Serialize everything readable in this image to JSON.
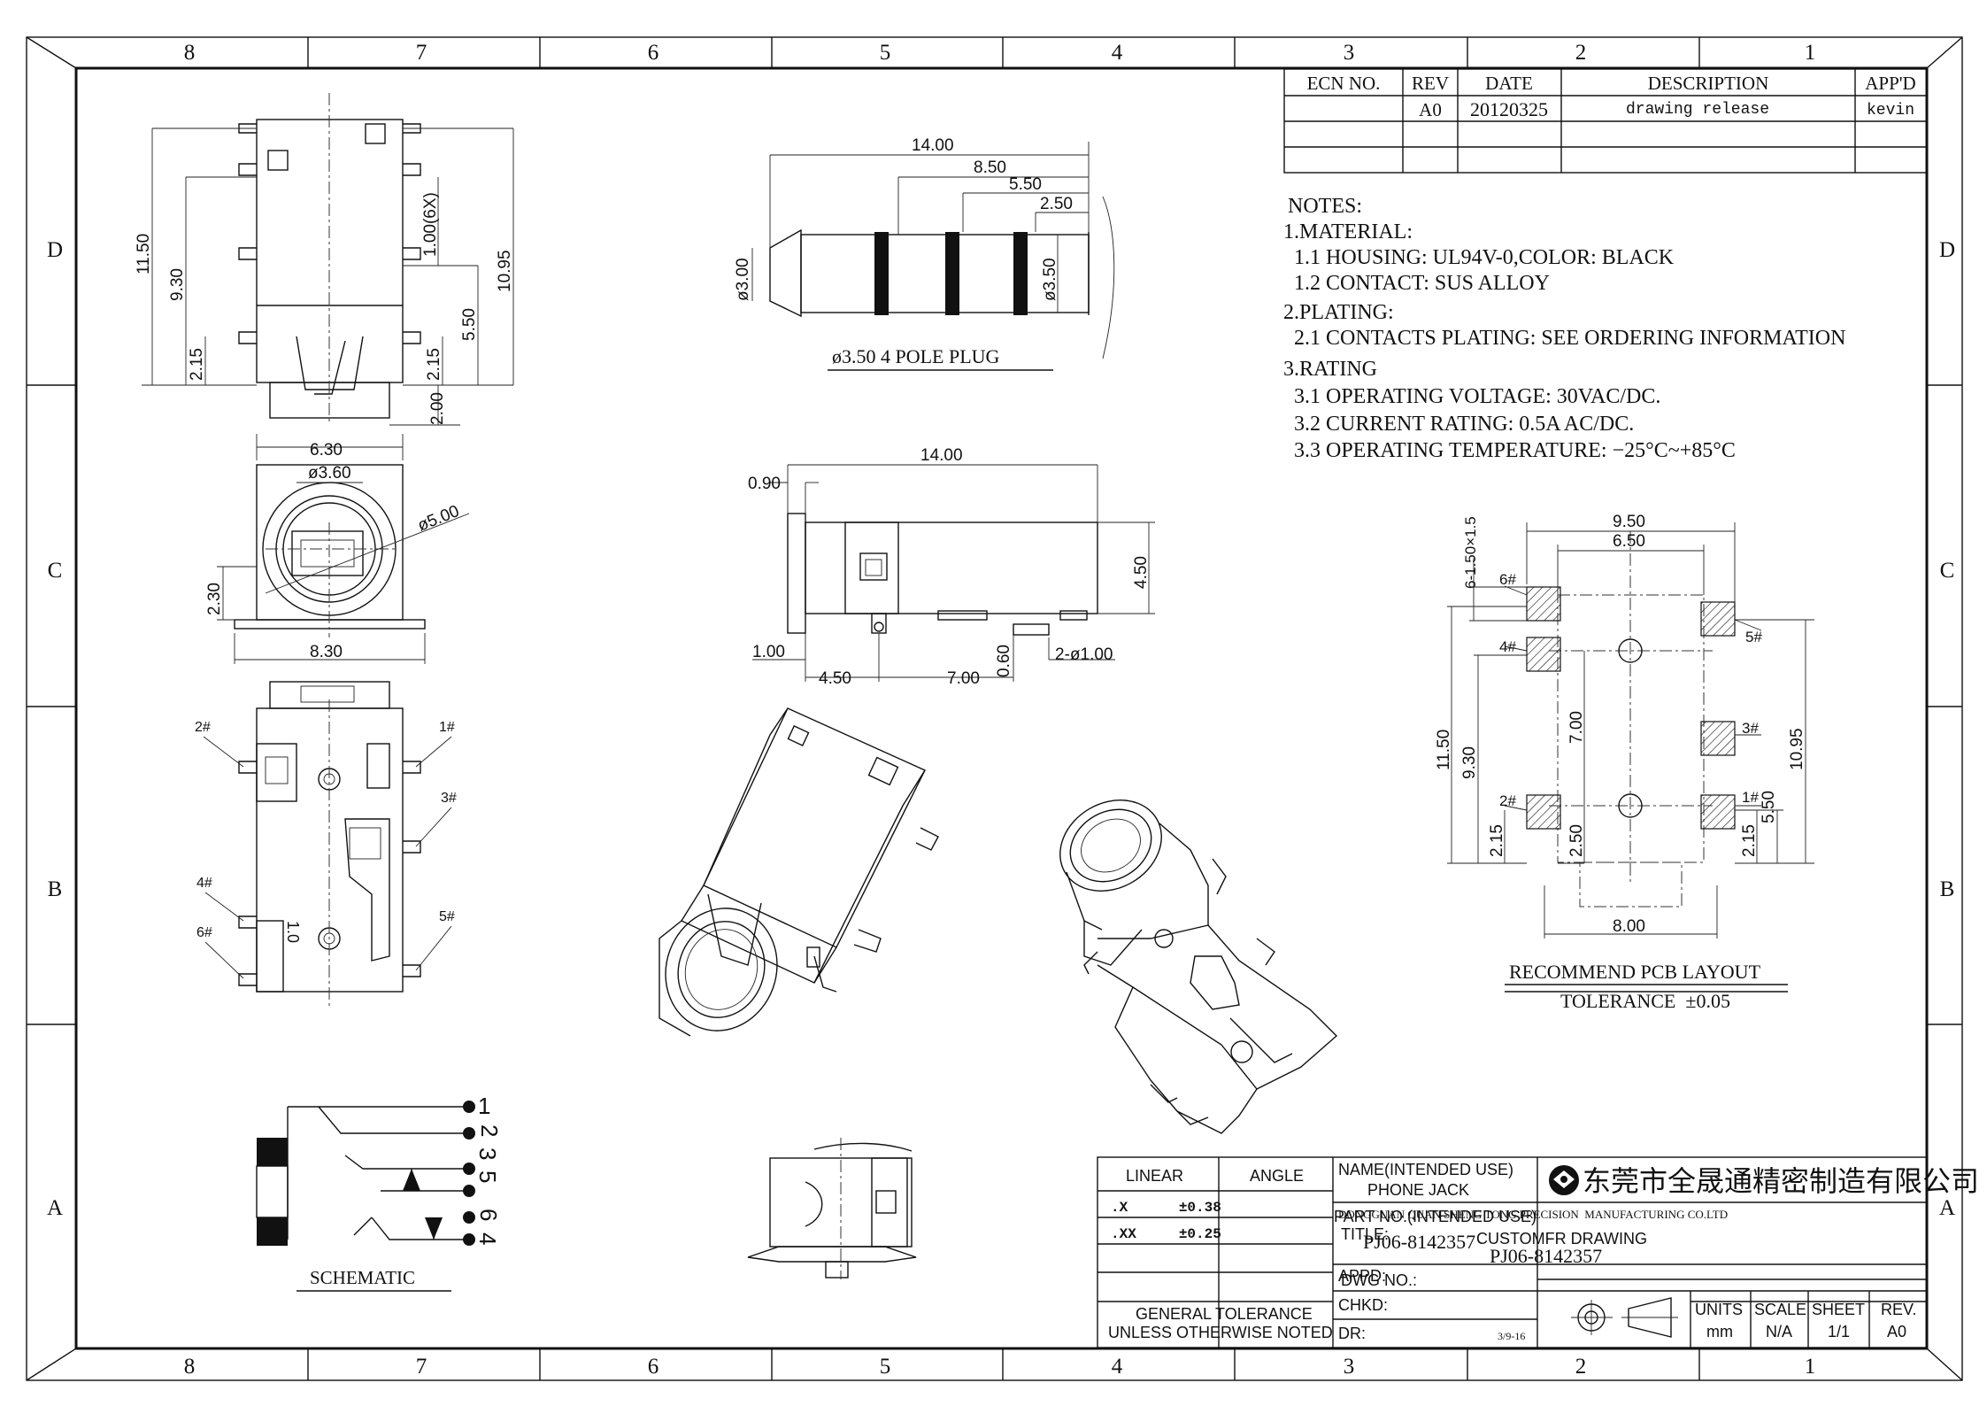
{
  "border": {
    "columns": [
      "8",
      "7",
      "6",
      "5",
      "4",
      "3",
      "2",
      "1"
    ],
    "rows": [
      "D",
      "C",
      "B",
      "A"
    ]
  },
  "revision": {
    "headers": [
      "ECN NO.",
      "REV",
      "DATE",
      "DESCRIPTION",
      "APP'D"
    ],
    "row": {
      "ecn": "",
      "rev": "A0",
      "date": "20120325",
      "description": "drawing release",
      "appd": "kevin"
    }
  },
  "notes": {
    "title": "NOTES:",
    "lines": [
      "1.MATERIAL:",
      "  1.1 HOUSING: UL94V-0,COLOR: BLACK",
      "  1.2 CONTACT: SUS ALLOY",
      "2.PLATING:",
      "  2.1 CONTACTS PLATING: SEE ORDERING INFORMATION",
      "3.RATING",
      "  3.1 OPERATING VOLTAGE: 30VAC/DC.",
      "  3.2 CURRENT RATING: 0.5A AC/DC.",
      "  3.3 OPERATING TEMPERATURE: −25°C~+85°C"
    ]
  },
  "plug": {
    "label": "ø3.50  4 POLE PLUG",
    "dims": [
      "14.00",
      "8.50",
      "5.50",
      "2.50",
      "ø3.00",
      "ø3.50"
    ]
  },
  "front_view": {
    "dims": [
      "11.50",
      "9.30",
      "1.00(6X)",
      "10.95",
      "5.50",
      "2.15",
      "2.15",
      "2.00"
    ]
  },
  "end_view": {
    "dims": [
      "6.30",
      "ø3.60",
      "ø5.00",
      "2.30",
      "8.30"
    ]
  },
  "side_view": {
    "dims": [
      "14.00",
      "0.90",
      "4.50",
      "1.00",
      "4.50",
      "7.00",
      "0.60",
      "2-ø1.00"
    ]
  },
  "bottom_view": {
    "pins": [
      "2#",
      "1#",
      "3#",
      "4#",
      "6#",
      "5#"
    ],
    "center_mark": "1.0"
  },
  "schematic": {
    "label": "SCHEMATIC",
    "pins": [
      "1",
      "2",
      "3",
      "5",
      "6",
      "4"
    ]
  },
  "pcb": {
    "label": "RECOMMEND PCB LAYOUT",
    "tolerance": "TOLERANCE  ±0.05",
    "pins": [
      "6#",
      "4#",
      "2#",
      "5#",
      "3#",
      "1#"
    ],
    "dims": [
      "9.50",
      "6.50",
      "6-1.50×1.5",
      "11.50",
      "9.30",
      "7.00",
      "2.15",
      "2.50",
      "10.95",
      "5.50",
      "2.15",
      "8.00"
    ]
  },
  "title_block": {
    "linear": "LINEAR",
    "angle": "ANGLE",
    "tol_x": ".X      ±0.38",
    "tol_xx": ".XX     ±0.25",
    "general_tolerance": "GENERAL TOLERANCE",
    "unless": "UNLESS OTHERWISE NOTED",
    "name_label": "NAME(INTENDED USE)",
    "name_value": "PHONE JACK",
    "part_label": "PART NO.(INTENDED USE)",
    "part_value": "PJ06-8142357",
    "appd": "APPD:",
    "chkd": "CHKD:",
    "dr": "DR:",
    "dr_date": "3/9-16",
    "company_cn": "东莞市全晟通精密制造有限公司",
    "company_en": "DONGGUAN QUAN SHENG TONG PRECISION  MANUFACTURING CO.LTD",
    "title_label": "TITLE:",
    "title_1": "CUSTOMFR DRAWING",
    "title_2": "PJ06-8142357",
    "dwg_no": "DWG NO.:",
    "units_label": "UNITS",
    "units_value": "mm",
    "scale_label": "SCALE",
    "scale_value": "N/A",
    "sheet_label": "SHEET",
    "sheet_value": "1/1",
    "rev_label": "REV.",
    "rev_value": "A0"
  }
}
